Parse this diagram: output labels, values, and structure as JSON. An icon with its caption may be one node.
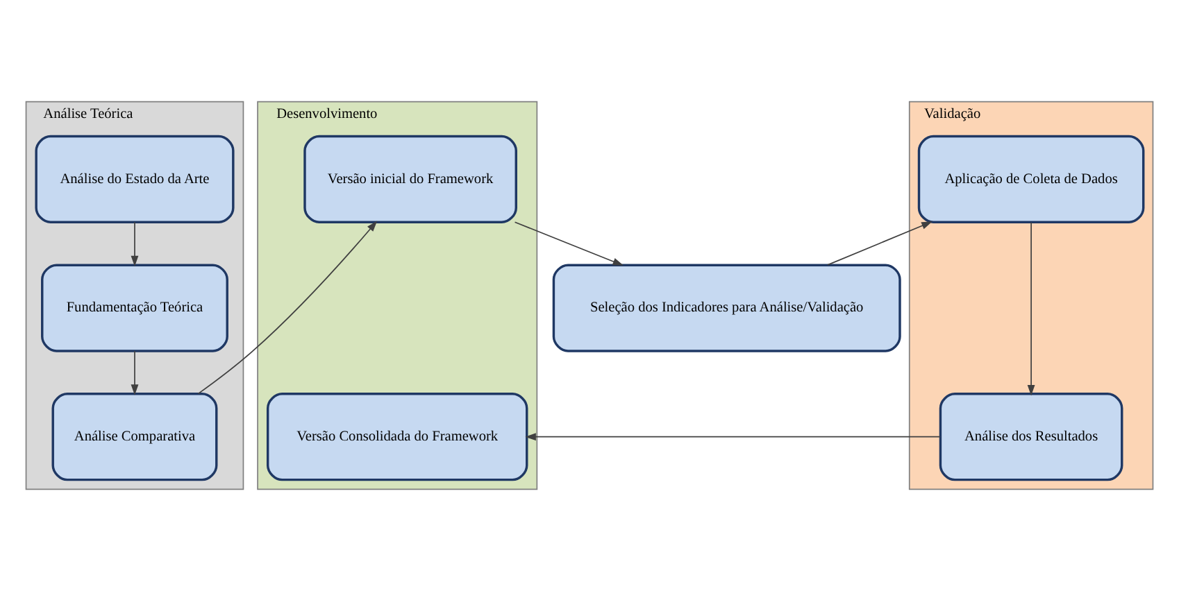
{
  "diagram": {
    "nodes": [
      {
        "text": [
          "Análise Teórica"
        ]
      },
      {
        "text": [
          "Análise do Estado da Arte"
        ],
        "in": 0
      },
      {
        "text": [
          "Fundamentação Teórica"
        ],
        "in": 0
      },
      {
        "text": [
          "Análise Comparativa"
        ],
        "in": 0
      },
      {
        "text": [
          "Desenvolvimento"
        ]
      },
      {
        "text": [
          "Versão inicial do Framework"
        ],
        "in": 4
      },
      {
        "text": [
          "Versão Consolidada do Framework"
        ],
        "in": 4
      },
      {
        "text": [
          "Seleção dos Indicadores para Análise/Validação"
        ]
      },
      {
        "text": [
          "Validação"
        ]
      },
      {
        "text": [
          "Aplicação de Coleta de Dados"
        ],
        "in": 8
      },
      {
        "text": [
          "Análise dos Resultados"
        ],
        "in": 8
      }
    ],
    "edges": [
      {
        "from": 1,
        "to": 2,
        "arrow": "to"
      },
      {
        "from": 2,
        "to": 3,
        "arrow": "to"
      },
      {
        "from": 3,
        "to": 5,
        "arrow": "to"
      },
      {
        "from": 5,
        "to": 7,
        "arrow": "to"
      },
      {
        "from": 7,
        "to": 9,
        "arrow": "to"
      },
      {
        "from": 9,
        "to": 10,
        "arrow": "to"
      },
      {
        "from": 10,
        "to": 6,
        "arrow": "to"
      }
    ]
  }
}
